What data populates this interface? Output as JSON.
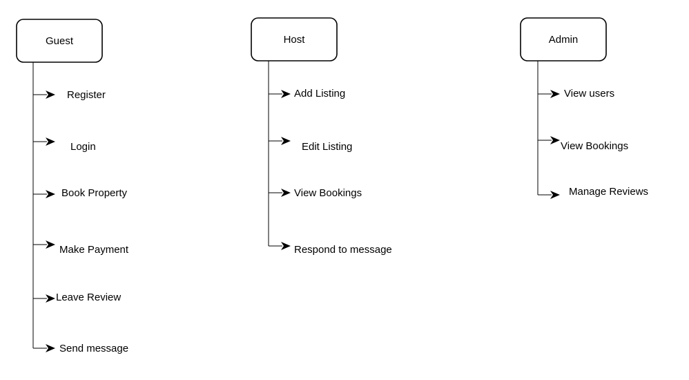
{
  "roles": [
    {
      "name": "Guest",
      "items": [
        "Register",
        "Login",
        "Book Property",
        "Make Payment",
        "Leave Review",
        "Send message"
      ]
    },
    {
      "name": "Host",
      "items": [
        "Add Listing",
        "Edit Listing",
        "View Bookings",
        "Respond to message"
      ]
    },
    {
      "name": "Admin",
      "items": [
        "View users",
        "View Bookings",
        "Manage Reviews"
      ]
    }
  ],
  "colors": {
    "line": "#000000",
    "box_fill": "#ffffff",
    "text": "#000000"
  }
}
